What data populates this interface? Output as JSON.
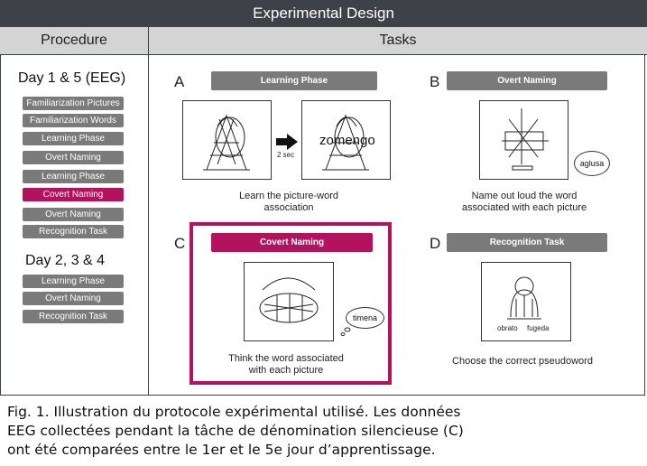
{
  "header": {
    "title": "Experimental Design"
  },
  "columns": {
    "procedure": "Procedure",
    "tasks": "Tasks"
  },
  "procedure": {
    "group1": {
      "label": "Day 1 & 5 (EEG)",
      "steps": [
        "Familiarization Pictures",
        "Familiarization Words",
        "Learning Phase",
        "Overt Naming",
        "Learning Phase",
        "Covert Naming",
        "Overt Naming",
        "Recognition Task"
      ]
    },
    "group2": {
      "label": "Day 2, 3 & 4",
      "steps": [
        "Learning Phase",
        "Overt Naming",
        "Recognition Task"
      ]
    }
  },
  "tasks": {
    "a": {
      "letter": "A",
      "title": "Learning Phase",
      "arrow_label": "2 sec",
      "word": "zomengo",
      "caption_l1": "Learn the picture-word",
      "caption_l2": "association"
    },
    "b": {
      "letter": "B",
      "title": "Overt Naming",
      "bubble": "aglusa",
      "caption_l1": "Name out loud the word",
      "caption_l2": "associated with each picture"
    },
    "c": {
      "letter": "C",
      "title": "Covert Naming",
      "bubble": "timena",
      "caption_l1": "Think the word associated",
      "caption_l2": "with each picture"
    },
    "d": {
      "letter": "D",
      "title": "Recognition Task",
      "choice1": "obrato",
      "choice2": "fugeda",
      "caption_l1": "Choose the correct pseudoword"
    }
  },
  "figure_caption": {
    "line1": "Fig. 1. Illustration du protocole expérimental utilisé. Les données",
    "line2": "EEG collectées pendant la tâche de dénomination silencieuse (C)",
    "line3": "ont été comparées entre le 1er et le 5e jour d’apprentissage."
  },
  "colors": {
    "header": "#3e4147",
    "pill": "#7a7a7a",
    "accent": "#b3125d",
    "column_header": "#d4d4d4"
  }
}
